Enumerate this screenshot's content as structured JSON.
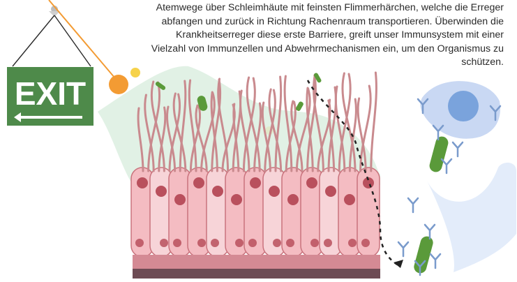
{
  "caption_lines": [
    "Atemwege über Schleimhäute mit feinsten Flimmerhärchen, welche die Erreger",
    "abfangen und zurück in Richtung Rachenraum transportieren. Überwinden die",
    "Krankheitserreger diese erste Barriere, greift unser Immunsystem mit einer",
    "Vielzahl von Immunzellen und Abwehrmechanismen ein, um den Organismus zu",
    "schützen."
  ],
  "exit_sign": {
    "label": "EXIT",
    "color": "#4e8a4a"
  },
  "colors": {
    "mucus": "#dcefe1",
    "cell_fill": "#f4bcc2",
    "cell_stroke": "#c9737d",
    "nucleus": "#b9505d",
    "cilia": "#c98a8e",
    "bacterium": "#5a9a3a",
    "antibody": "#7a9bcc",
    "immune_cell": "#c9d8f3",
    "immune_nucleus": "#7aa3dc",
    "pathogen_orange": "#f39b33"
  },
  "icons": [
    "exit-sign-icon",
    "bacterium-icon",
    "virus-icon",
    "antibody-icon",
    "immune-cell-icon",
    "cilia-icon"
  ]
}
